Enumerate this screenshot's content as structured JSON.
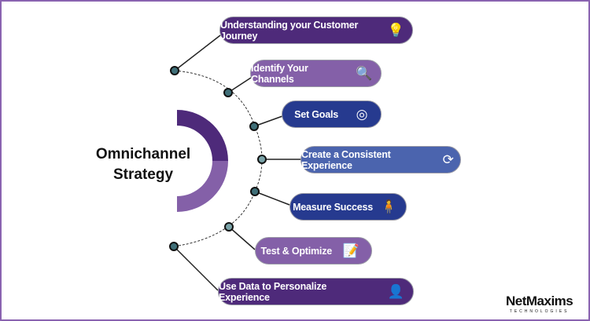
{
  "center": {
    "line1": "Omnichannel",
    "line2": "Strategy"
  },
  "steps": [
    {
      "label": "Understanding your Customer Journey",
      "icon": "lightbulb-gear-icon",
      "color": "#4e2a7a"
    },
    {
      "label": "Identify Your Channels",
      "icon": "magnifier-user-icon",
      "color": "#8460a8"
    },
    {
      "label": "Set Goals",
      "icon": "target-icon",
      "color": "#263a8f"
    },
    {
      "label": "Create a Consistent Experience",
      "icon": "cycle-arrows-icon",
      "color": "#4b64ae"
    },
    {
      "label": "Measure Success",
      "icon": "presenter-chart-icon",
      "color": "#263a8f"
    },
    {
      "label": "Test & Optimize",
      "icon": "document-pen-icon",
      "color": "#8460a8"
    },
    {
      "label": "Use Data to Personalize Experience",
      "icon": "user-circle-icon",
      "color": "#4e2a7a"
    }
  ],
  "logo": {
    "name": "NetMaxims",
    "sub": "TECHNOLOGIES"
  }
}
